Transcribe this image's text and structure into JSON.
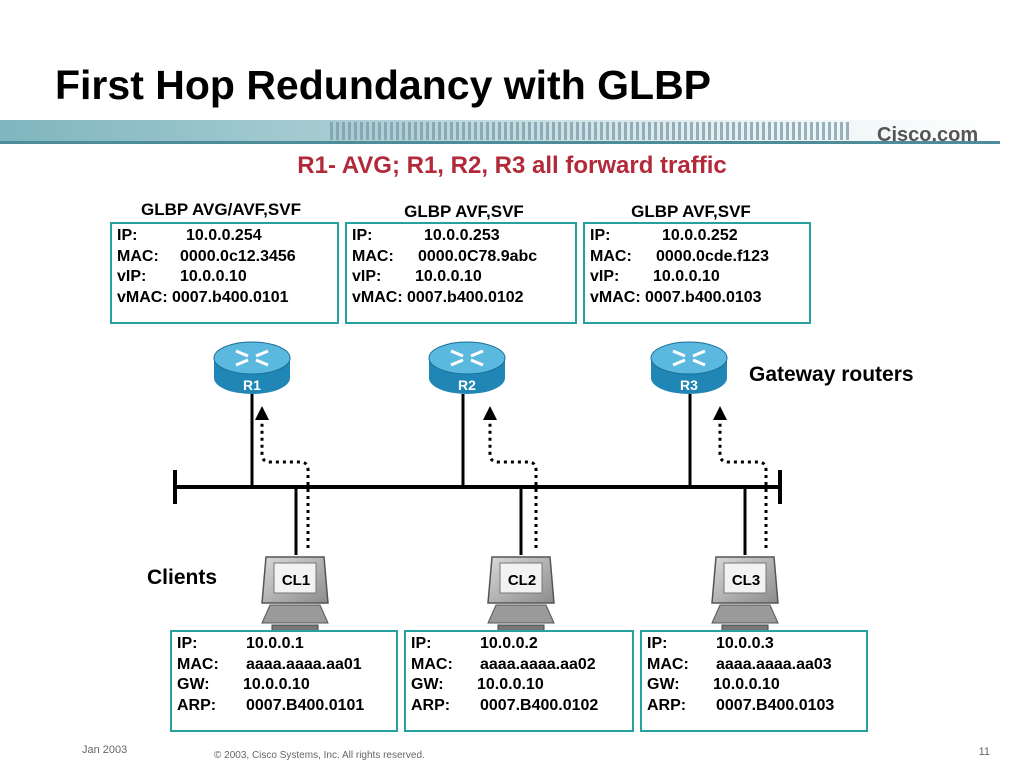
{
  "slide": {
    "title": "First Hop Redundancy with GLBP",
    "subtitle": "R1- AVG; R1, R2, R3 all forward traffic",
    "brand": "Cisco.com",
    "footer_date": "Jan 2003",
    "footer_copyright": "© 2003, Cisco Systems, Inc. All rights reserved.",
    "page_number": "11"
  },
  "labels": {
    "gateway_routers": "Gateway routers",
    "clients": "Clients"
  },
  "routers": [
    {
      "name": "R1",
      "role": "GLBP AVG/AVF,SVF",
      "ip_key": "IP:",
      "ip": "10.0.0.254",
      "mac_key": "MAC:",
      "mac": "0000.0c12.3456",
      "vip_key": "vIP:",
      "vip": "10.0.0.10",
      "vmac_key": "vMAC:",
      "vmac": "0007.b400.0101"
    },
    {
      "name": "R2",
      "role": "GLBP AVF,SVF",
      "ip_key": "IP:",
      "ip": "10.0.0.253",
      "mac_key": "MAC:",
      "mac": "0000.0C78.9abc",
      "vip_key": "vIP:",
      "vip": "10.0.0.10",
      "vmac_key": "vMAC:",
      "vmac": "0007.b400.0102"
    },
    {
      "name": "R3",
      "role": "GLBP AVF,SVF",
      "ip_key": "IP:",
      "ip": "10.0.0.252",
      "mac_key": "MAC:",
      "mac": "0000.0cde.f123",
      "vip_key": "vIP:",
      "vip": "10.0.0.10",
      "vmac_key": "vMAC:",
      "vmac": "0007.b400.0103"
    }
  ],
  "clients": [
    {
      "name": "CL1",
      "ip_key": "IP:",
      "ip": "10.0.0.1",
      "mac_key": "MAC:",
      "mac": "aaaa.aaaa.aa01",
      "gw_key": "GW:",
      "gw": "10.0.0.10",
      "arp_key": "ARP:",
      "arp": "0007.B400.0101"
    },
    {
      "name": "CL2",
      "ip_key": "IP:",
      "ip": "10.0.0.2",
      "mac_key": "MAC:",
      "mac": "aaaa.aaaa.aa02",
      "gw_key": "GW:",
      "gw": "10.0.0.10",
      "arp_key": "ARP:",
      "arp": "0007.B400.0102"
    },
    {
      "name": "CL3",
      "ip_key": "IP:",
      "ip": "10.0.0.3",
      "mac_key": "MAC:",
      "mac": "aaaa.aaaa.aa03",
      "gw_key": "GW:",
      "gw": "10.0.0.10",
      "arp_key": "ARP:",
      "arp": "0007.B400.0103"
    }
  ],
  "colors": {
    "subtitle": "#b22a3a",
    "box_border": "#27a0a0",
    "router_body": "#1f86b5",
    "router_top": "#5bb8de",
    "banner_bar": "#6aacb8"
  }
}
